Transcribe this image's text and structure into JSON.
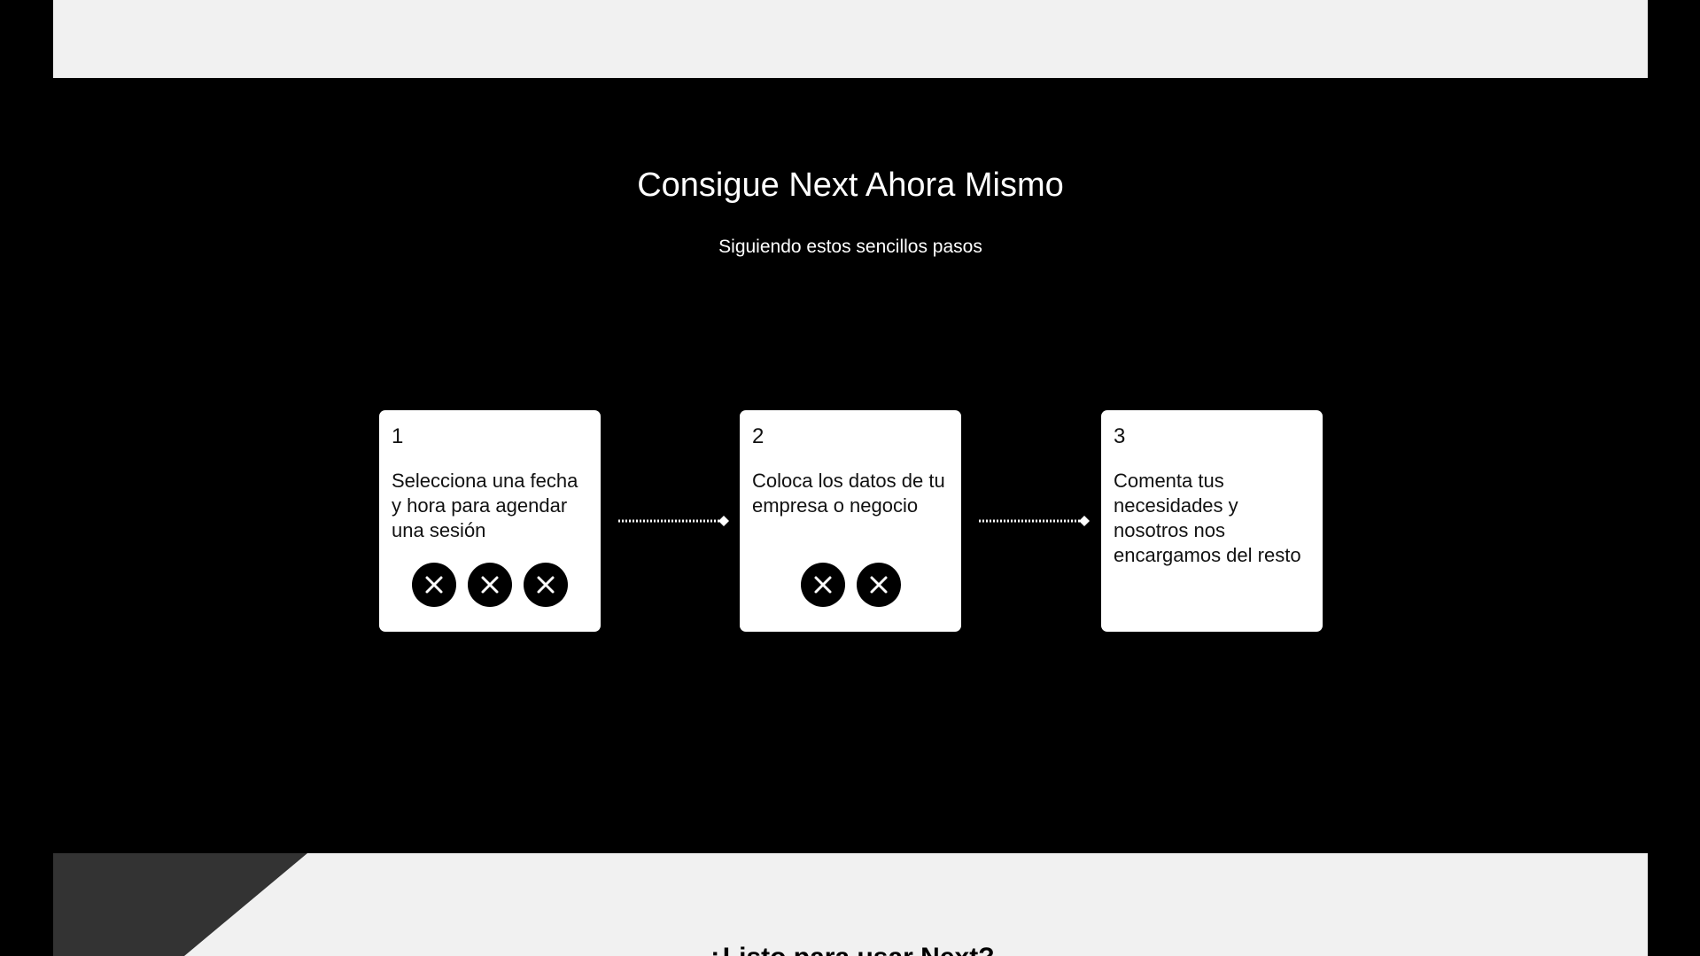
{
  "colors": {
    "background": "#000000",
    "light_band": "#f1f1f1",
    "card": "#ffffff",
    "badge": "#000000",
    "corner_shape": "#333333"
  },
  "steps_section": {
    "title": "Consigue Next Ahora Mismo",
    "subtitle": "Siguiendo estos sencillos pasos",
    "steps": [
      {
        "number": "1",
        "text": "Selecciona una fecha y hora para agendar una sesión",
        "icons": [
          "close-icon",
          "close-icon",
          "close-icon"
        ]
      },
      {
        "number": "2",
        "text": "Coloca los datos de tu empresa o negocio",
        "icons": [
          "close-icon",
          "close-icon"
        ]
      },
      {
        "number": "3",
        "text": "Comenta tus necesidades y nosotros nos encargamos del resto",
        "icons": []
      }
    ],
    "connector_icon": "dotted-arrow-diamond-icon"
  },
  "cta_section": {
    "heading": "¿Listo para usar Next?"
  }
}
